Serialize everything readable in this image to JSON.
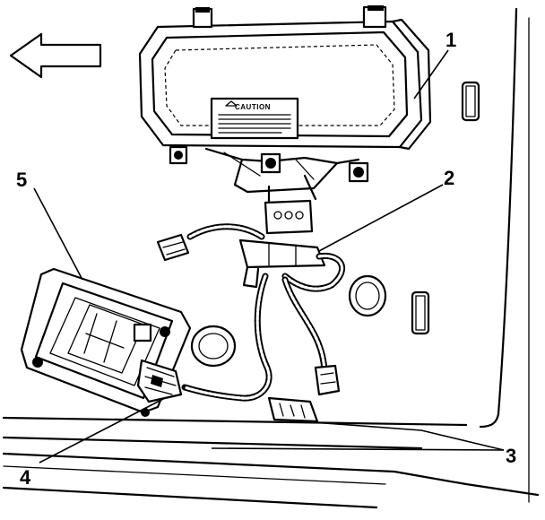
{
  "labels": {
    "caution": "CAUTION",
    "callouts": [
      {
        "id": "1",
        "text": "1"
      },
      {
        "id": "2",
        "text": "2"
      },
      {
        "id": "3",
        "text": "3"
      },
      {
        "id": "4",
        "text": "4"
      },
      {
        "id": "5",
        "text": "5"
      }
    ]
  },
  "icons": {
    "direction_arrow": "left-arrow-icon"
  }
}
